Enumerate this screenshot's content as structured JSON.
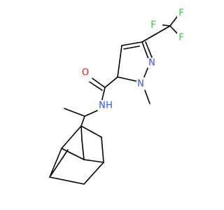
{
  "molecule": {
    "atom_labels": {
      "F1": "F",
      "F2": "F",
      "F3": "F",
      "N_pyrazole_2": "N",
      "N_pyrazole_1": "N",
      "O_carbonyl": "O",
      "N_amide": "N",
      "H_amide": "H"
    },
    "colors": {
      "fluorine": "#33cc33",
      "nitrogen": "#3050f8",
      "oxygen": "#ff0d0d",
      "carbon_bond": "#000000"
    }
  }
}
